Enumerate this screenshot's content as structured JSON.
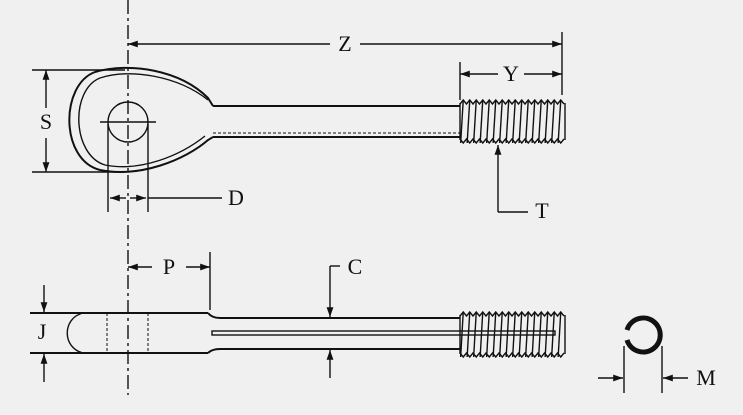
{
  "title": "Eye bolt dimension drawing",
  "labels": {
    "Z": "Z",
    "Y": "Y",
    "S": "S",
    "D": "D",
    "T": "T",
    "P": "P",
    "C": "C",
    "J": "J",
    "M": "M"
  },
  "colors": {
    "background": "#f0f0f0",
    "line": "#111111"
  }
}
